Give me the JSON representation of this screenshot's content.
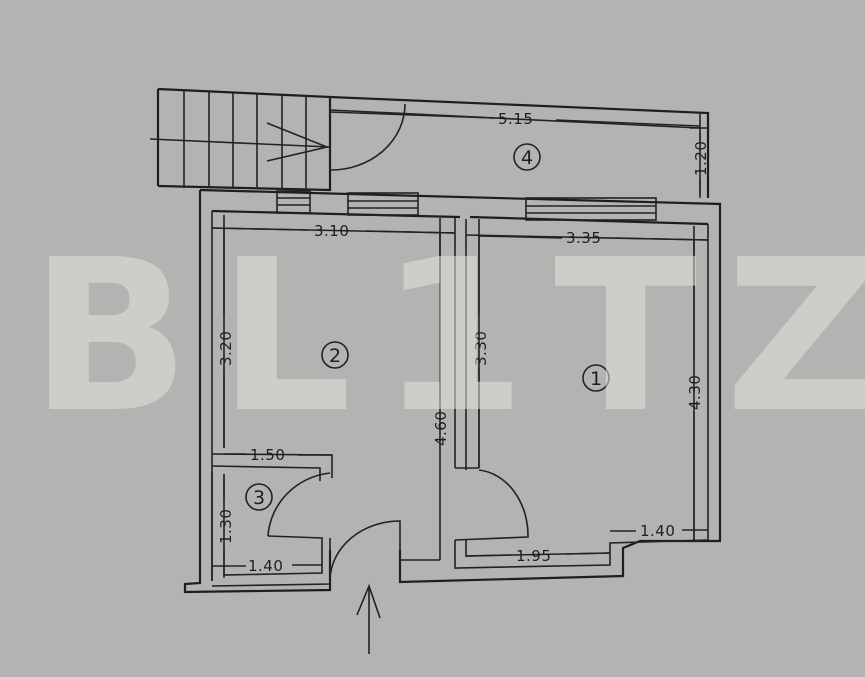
{
  "watermark": "BL1TZ",
  "rooms": [
    {
      "number": "1",
      "label": "room-1"
    },
    {
      "number": "2",
      "label": "room-2"
    },
    {
      "number": "3",
      "label": "room-3"
    },
    {
      "number": "4",
      "label": "room-4"
    }
  ],
  "dimensions": {
    "hall_width": "5.15",
    "hall_depth": "1.20",
    "room2_width": "3.10",
    "room2_depth": "3.20",
    "room1_width": "3.35",
    "room1_left_depth": "3.30",
    "room1_right_depth": "4.30",
    "room2_total_depth": "4.60",
    "bath_width_top": "1.50",
    "bath_width_bottom": "1.40",
    "bath_depth": "1.30",
    "room1_bottom_left": "1.95",
    "room1_bottom_right": "1.40"
  },
  "colors": {
    "paper": "#b4b3b1",
    "ink": "#1e1e1e"
  }
}
